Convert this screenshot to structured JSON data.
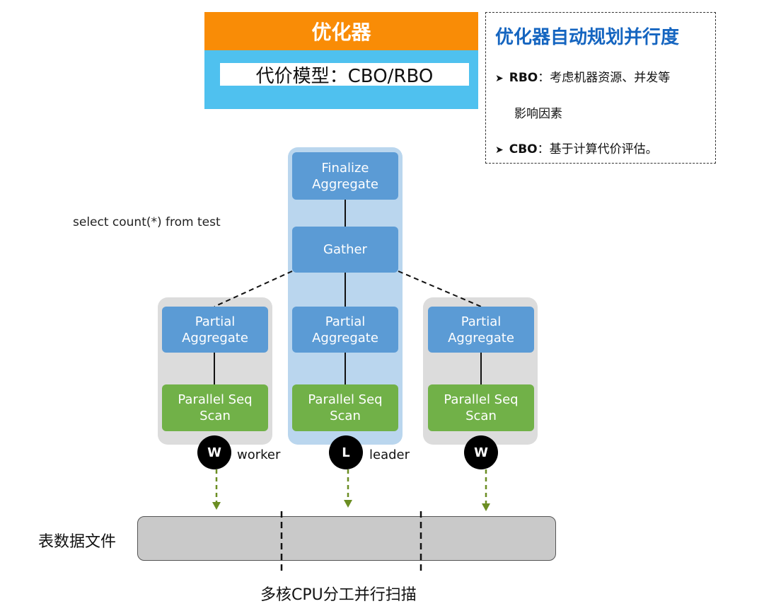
{
  "optimizer": {
    "title": "优化器",
    "cost_model": "代价模型：CBO/RBO"
  },
  "info_panel": {
    "title": "优化器自动规划并行度",
    "rbo_key": "RBO",
    "rbo_text": "：考虑机器资源、并发等",
    "rbo_text_cont": "影响因素",
    "cbo_key": "CBO",
    "cbo_text": "：基于计算代价评估。"
  },
  "query": "select count(*) from test",
  "plan": {
    "finalize": "Finalize\nAggregate",
    "gather": "Gather",
    "partial_left": "Partial\nAggregate",
    "partial_center": "Partial\nAggregate",
    "partial_right": "Partial\nAggregate",
    "scan_left": "Parallel Seq\nScan",
    "scan_center": "Parallel Seq\nScan",
    "scan_right": "Parallel Seq\nScan"
  },
  "processes": {
    "left_letter": "W",
    "left_label": "worker",
    "center_letter": "L",
    "center_label": "leader",
    "right_letter": "W"
  },
  "file_label": "表数据文件",
  "bottom_caption": "多核CPU分工并行扫描",
  "colors": {
    "orange": "#f98c06",
    "cyan": "#4fc1ef",
    "node_blue": "#5b9bd5",
    "node_green": "#71b148",
    "arrow_green": "#6b8e23",
    "title_blue": "#1565c0"
  },
  "icons": {
    "bullet": "arrowhead-bullet-icon"
  }
}
